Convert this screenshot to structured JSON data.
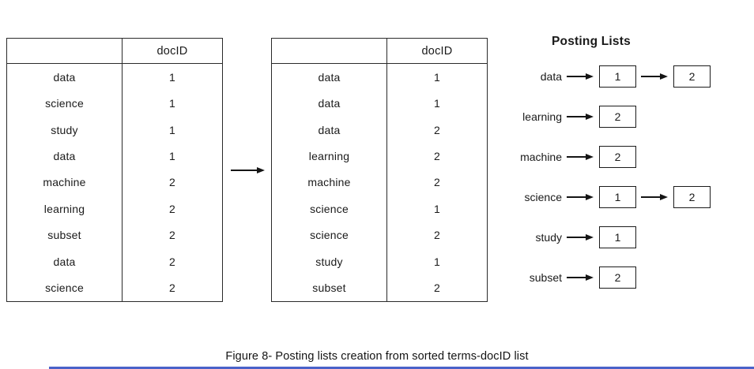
{
  "figure": {
    "caption": "Figure 8- Posting lists creation from sorted terms-docID list"
  },
  "unsorted_table": {
    "header": {
      "term_label": "",
      "docid_label": "docID"
    },
    "rows": [
      {
        "term": "data",
        "docid": "1"
      },
      {
        "term": "science",
        "docid": "1"
      },
      {
        "term": "study",
        "docid": "1"
      },
      {
        "term": "data",
        "docid": "1"
      },
      {
        "term": "machine",
        "docid": "2"
      },
      {
        "term": "learning",
        "docid": "2"
      },
      {
        "term": "subset",
        "docid": "2"
      },
      {
        "term": "data",
        "docid": "2"
      },
      {
        "term": "science",
        "docid": "2"
      }
    ]
  },
  "sorted_table": {
    "header": {
      "term_label": "",
      "docid_label": "docID"
    },
    "rows": [
      {
        "term": "data",
        "docid": "1"
      },
      {
        "term": "data",
        "docid": "1"
      },
      {
        "term": "data",
        "docid": "2"
      },
      {
        "term": "learning",
        "docid": "2"
      },
      {
        "term": "machine",
        "docid": "2"
      },
      {
        "term": "science",
        "docid": "1"
      },
      {
        "term": "science",
        "docid": "2"
      },
      {
        "term": "study",
        "docid": "1"
      },
      {
        "term": "subset",
        "docid": "2"
      }
    ]
  },
  "posting_lists": {
    "title": "Posting Lists",
    "entries": [
      {
        "term": "data",
        "postings": [
          "1",
          "2"
        ]
      },
      {
        "term": "learning",
        "postings": [
          "2"
        ]
      },
      {
        "term": "machine",
        "postings": [
          "2"
        ]
      },
      {
        "term": "science",
        "postings": [
          "1",
          "2"
        ]
      },
      {
        "term": "study",
        "postings": [
          "1"
        ]
      },
      {
        "term": "subset",
        "postings": [
          "2"
        ]
      }
    ]
  },
  "icons": {
    "arrow_right": "right-arrow"
  },
  "colors": {
    "line": "#1a1a1a",
    "background": "#ffffff",
    "bottom_accent": "#4a62c9"
  }
}
